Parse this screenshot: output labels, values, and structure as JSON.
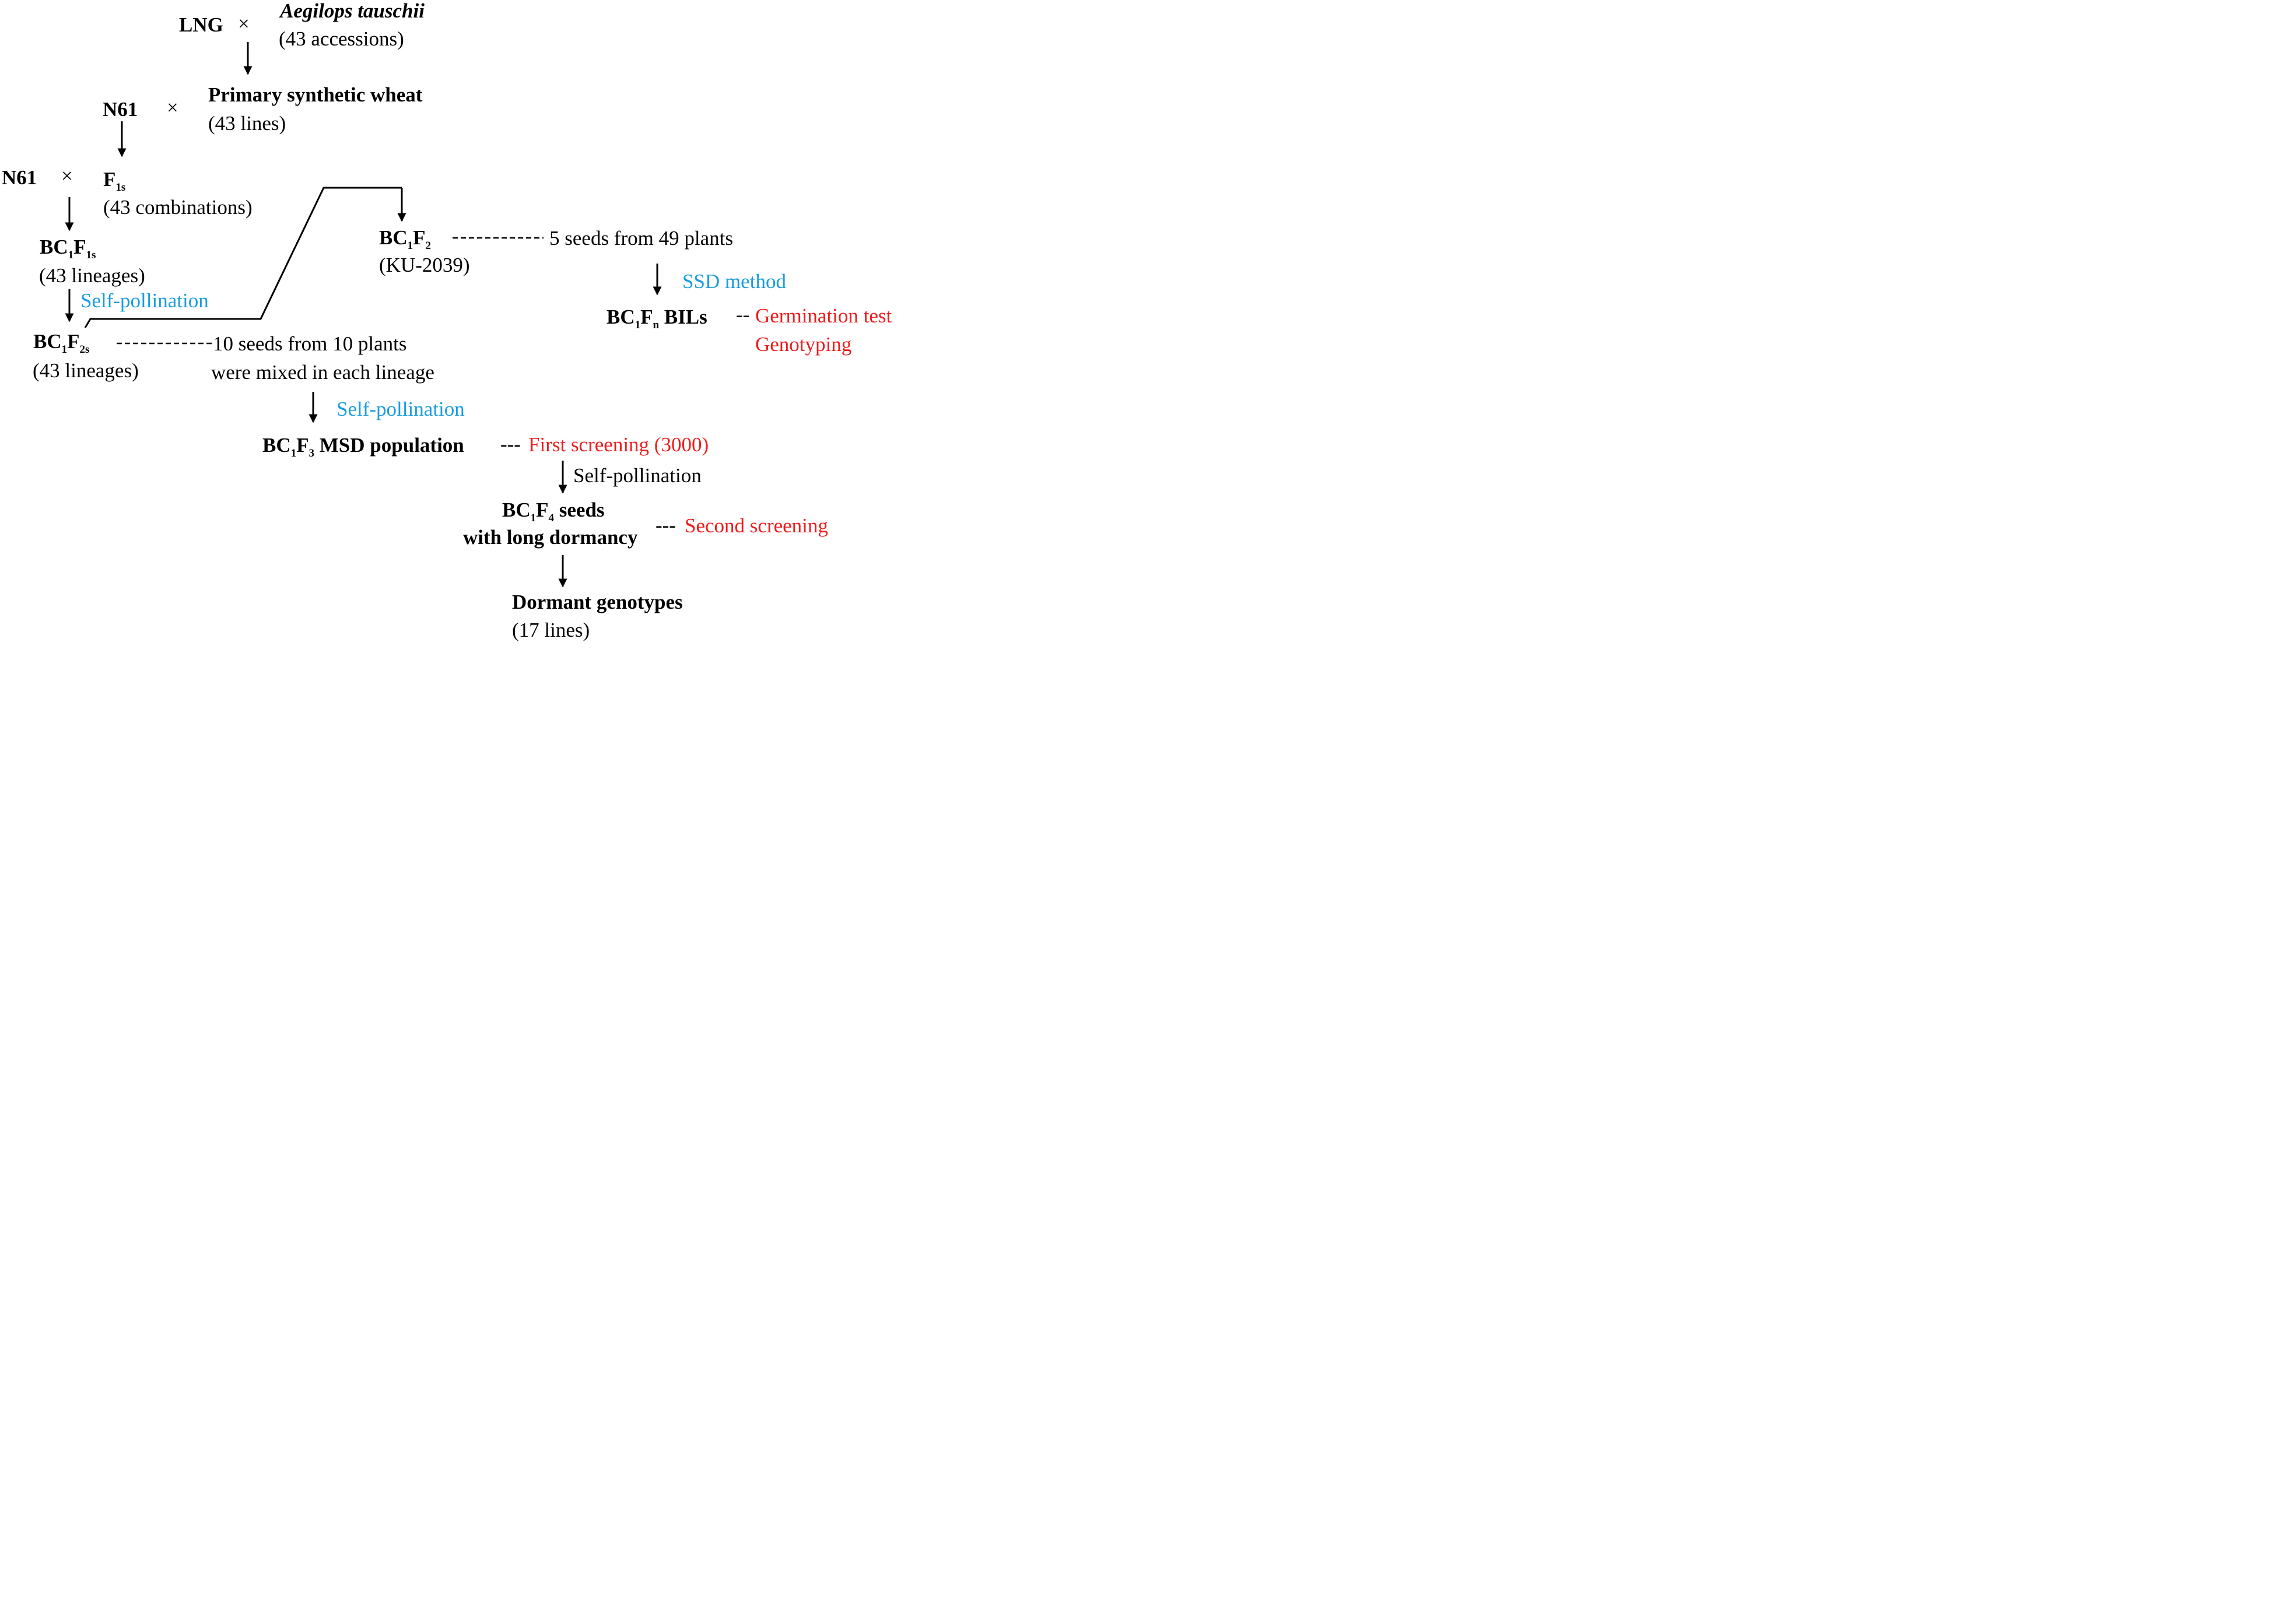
{
  "cross1": {
    "parent1": "LNG",
    "cross_symbol": "×",
    "parent2": "Aegilops tauschii",
    "parent2_note": "(43 accessions)"
  },
  "synthetic": {
    "title": "Primary synthetic wheat",
    "note": "(43 lines)"
  },
  "cross2": {
    "parent": "N61",
    "cross_symbol": "×"
  },
  "f1": {
    "label": "F",
    "sub": "1s",
    "note": "(43 combinations)"
  },
  "cross3": {
    "parent": "N61",
    "cross_symbol": "×"
  },
  "bc1f1": {
    "main1": "BC",
    "sub1": "1",
    "main2": "F",
    "sub2": "1s",
    "note": "(43 lineages)"
  },
  "step_self1": "Self-pollination",
  "bc1f2s": {
    "main1": "BC",
    "sub1": "1",
    "main2": "F",
    "sub2": "2s",
    "note": "(43 lineages)"
  },
  "mixed": {
    "line1": "10 seeds from 10 plants",
    "line2": "were mixed in each lineage"
  },
  "bc1f2": {
    "main1": "BC",
    "sub1": "1",
    "main2": "F",
    "sub2": "2",
    "note": "(KU-2039)"
  },
  "ssd": {
    "seeds": "5 seeds from 49 plants",
    "method": "SSD method"
  },
  "bil": {
    "main1": "BC",
    "sub1": "1",
    "main2": "F",
    "sub2": "n",
    "rest": " BILs",
    "dash": "--",
    "test1": "Germination test",
    "test2": "Genotyping"
  },
  "step_self2": "Self-pollination",
  "msd": {
    "main1": "BC",
    "sub1": "1",
    "main2": "F",
    "sub2": "3",
    "rest": " MSD population",
    "dash": "---",
    "screen": "First screening (3000)"
  },
  "step_self3": "Self-pollination",
  "bc1f4": {
    "main1": "BC",
    "sub1": "1",
    "main2": "F",
    "sub2": "4",
    "rest": " seeds",
    "line2": "with long dormancy",
    "dash": "---",
    "screen": "Second screening"
  },
  "dormant": {
    "title": "Dormant genotypes",
    "note": "(17 lines)"
  },
  "colors": {
    "text": "#000000",
    "step_blue": "#1a9de0",
    "screen_red": "#ee1c1c"
  }
}
